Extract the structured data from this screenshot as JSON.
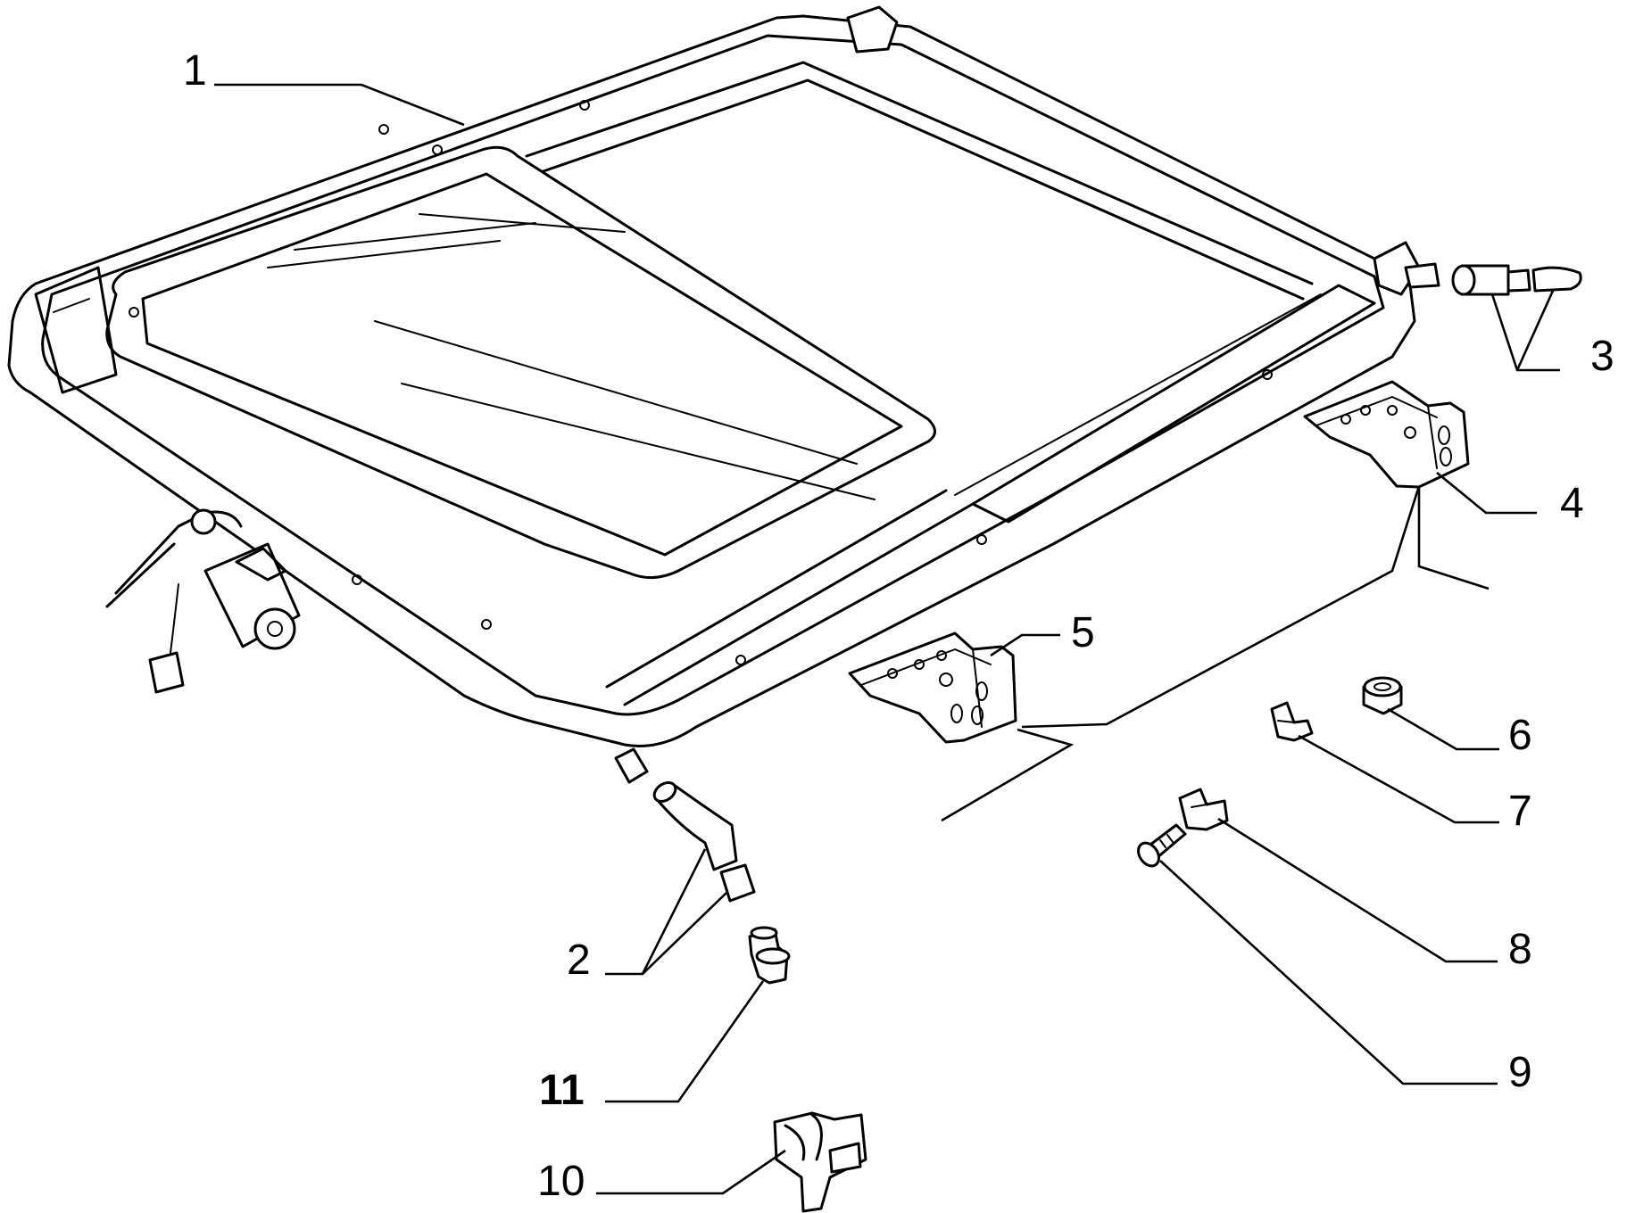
{
  "callouts": [
    {
      "id": "1",
      "label": "1",
      "part": "sunroof-frame"
    },
    {
      "id": "2",
      "label": "2",
      "part": "drain-hose-front"
    },
    {
      "id": "3",
      "label": "3",
      "part": "drain-hose-rear"
    },
    {
      "id": "4",
      "label": "4",
      "part": "mounting-bracket-right"
    },
    {
      "id": "5",
      "label": "5",
      "part": "mounting-bracket-left"
    },
    {
      "id": "6",
      "label": "6",
      "part": "nut"
    },
    {
      "id": "7",
      "label": "7",
      "part": "clip"
    },
    {
      "id": "8",
      "label": "8",
      "part": "clip-bracket"
    },
    {
      "id": "9",
      "label": "9",
      "part": "screw"
    },
    {
      "id": "10",
      "label": "10",
      "part": "clamp"
    },
    {
      "id": "11",
      "label": "11",
      "part": "grommet"
    }
  ]
}
